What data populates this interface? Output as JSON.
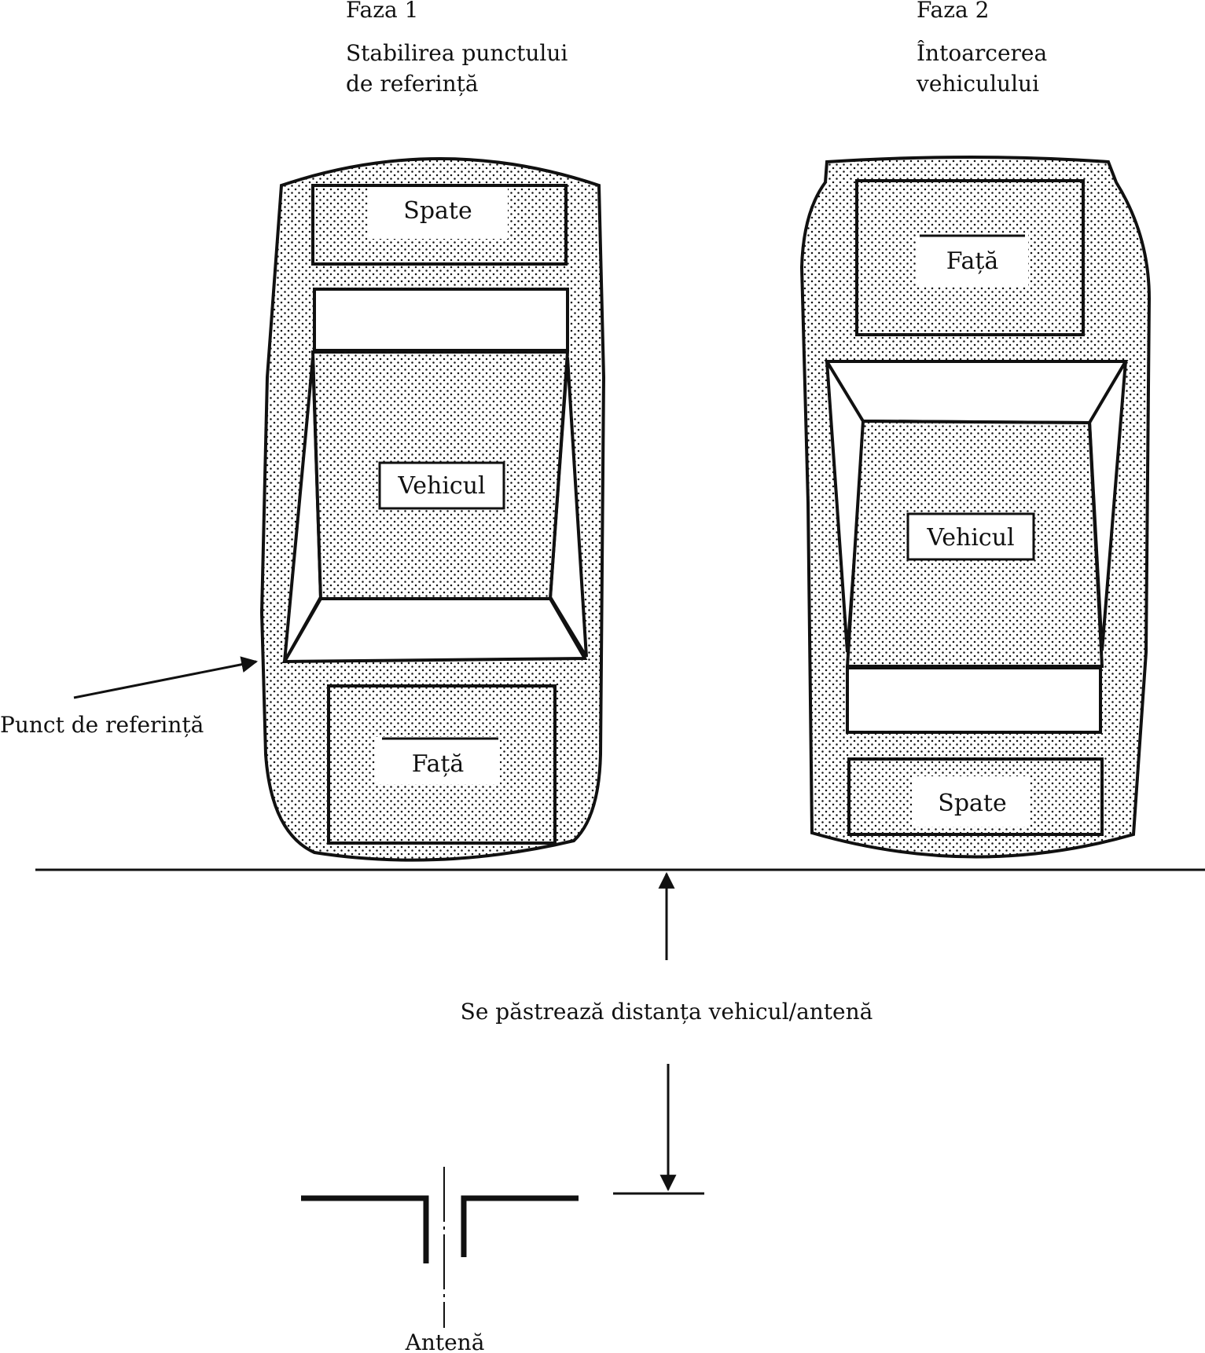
{
  "phase1": {
    "title": "Faza 1",
    "line1": "Stabilirea punctului",
    "line2": "de referință"
  },
  "phase2": {
    "title": "Faza 2",
    "line1": "Întoarcerea",
    "line2": "vehiculului"
  },
  "car1": {
    "rear_label": "Spate",
    "body_label": "Vehicul",
    "front_label": "Față"
  },
  "car2": {
    "front_label": "Față",
    "body_label": "Vehicul",
    "rear_label": "Spate"
  },
  "reference_point_label": "Punct de referință",
  "distance_label": "Se păstrează distanța vehicul/antenă",
  "antenna_label": "Antenă",
  "colors": {
    "ink": "#111111",
    "paper": "#ffffff"
  }
}
